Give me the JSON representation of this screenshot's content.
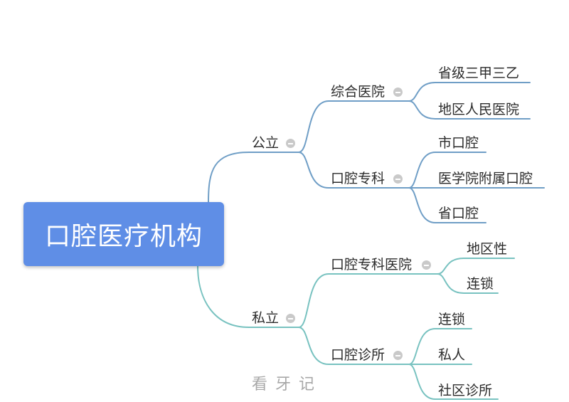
{
  "root": {
    "label": "口腔医疗机构"
  },
  "branches": {
    "public": {
      "label": "公立",
      "children": [
        {
          "label": "综合医院",
          "leaves": [
            "省级三甲三乙",
            "地区人民医院"
          ]
        },
        {
          "label": "口腔专科",
          "leaves": [
            "市口腔",
            "医学院附属口腔",
            "省口腔"
          ]
        }
      ]
    },
    "private": {
      "label": "私立",
      "children": [
        {
          "label": "口腔专科医院",
          "leaves": [
            "地区性",
            "连锁"
          ]
        },
        {
          "label": "口腔诊所",
          "leaves": [
            "连锁",
            "私人",
            "社区诊所"
          ]
        }
      ]
    }
  },
  "watermark": "看牙记",
  "colors": {
    "root_fill": "#5f8ee6",
    "public_line": "#6f9ec6",
    "private_line": "#78c2c0",
    "toggle": "#c9c9c9"
  }
}
